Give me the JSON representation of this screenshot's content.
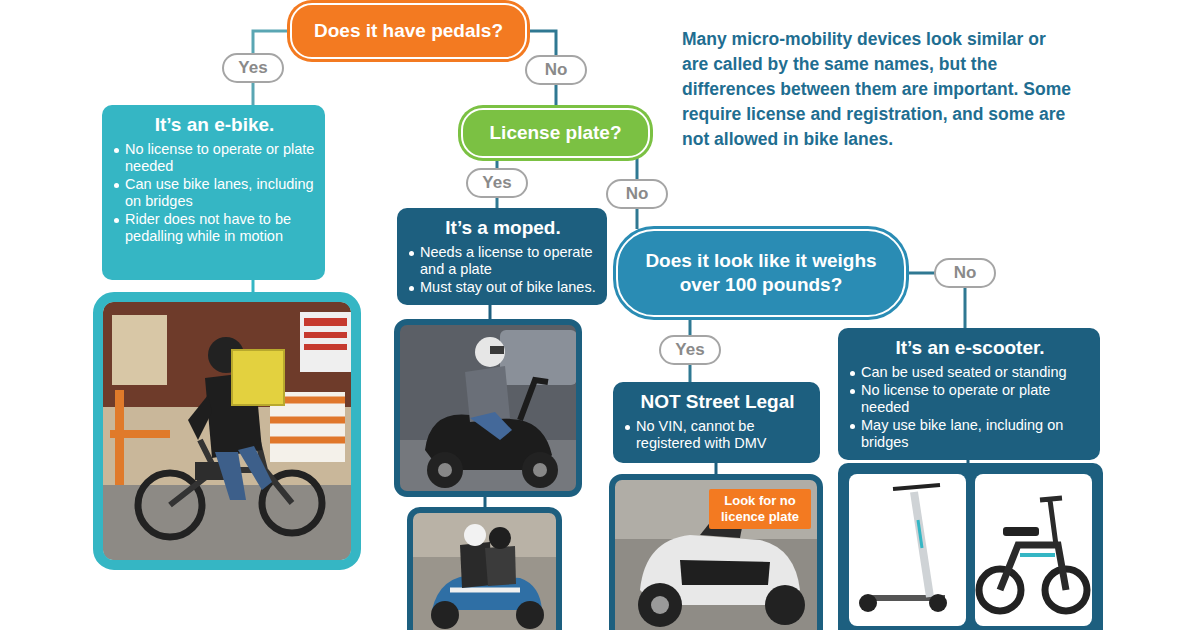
{
  "diagram": {
    "nodes": [
      {
        "text": [
          "Does it have pedals?"
        ]
      },
      {
        "text": [
          "It’s an e-bike.",
          "No license to operate or plate needed",
          "Can use bike lanes, including on bridges",
          "Rider does not have to be pedalling while in motion"
        ]
      },
      {
        "text": [
          "License plate?"
        ]
      },
      {
        "text": [
          "It’s a moped.",
          "Needs a license to operate and a plate",
          "Must stay out of bike lanes."
        ]
      },
      {
        "text": [
          "Does it look like it weighs over 100 pounds?"
        ]
      },
      {
        "text": [
          "NOT Street Legal",
          "No VIN, cannot be registered with DMV"
        ]
      },
      {
        "text": [
          "It’s an e-scooter.",
          "Can be used seated or standing",
          "No license to operate or plate needed",
          "May use bike lane, including on bridges"
        ]
      },
      {
        "text": [
          "Look for no licence plate"
        ]
      }
    ],
    "edges": [
      {
        "from": 0,
        "to": 1,
        "label": "Yes",
        "arrow": "none"
      },
      {
        "from": 0,
        "to": 2,
        "label": "No",
        "arrow": "none"
      },
      {
        "from": 2,
        "to": 3,
        "label": "Yes",
        "arrow": "none"
      },
      {
        "from": 2,
        "to": 4,
        "label": "No",
        "arrow": "none"
      },
      {
        "from": 4,
        "to": 5,
        "label": "Yes",
        "arrow": "none"
      },
      {
        "from": 4,
        "to": 6,
        "label": "No",
        "arrow": "none"
      }
    ],
    "labels": [
      "Many micro-mobility devices look similar or are called by the same names, but the differences between them are important. Some require license and registration, and some are not allowed in bike lanes."
    ]
  }
}
